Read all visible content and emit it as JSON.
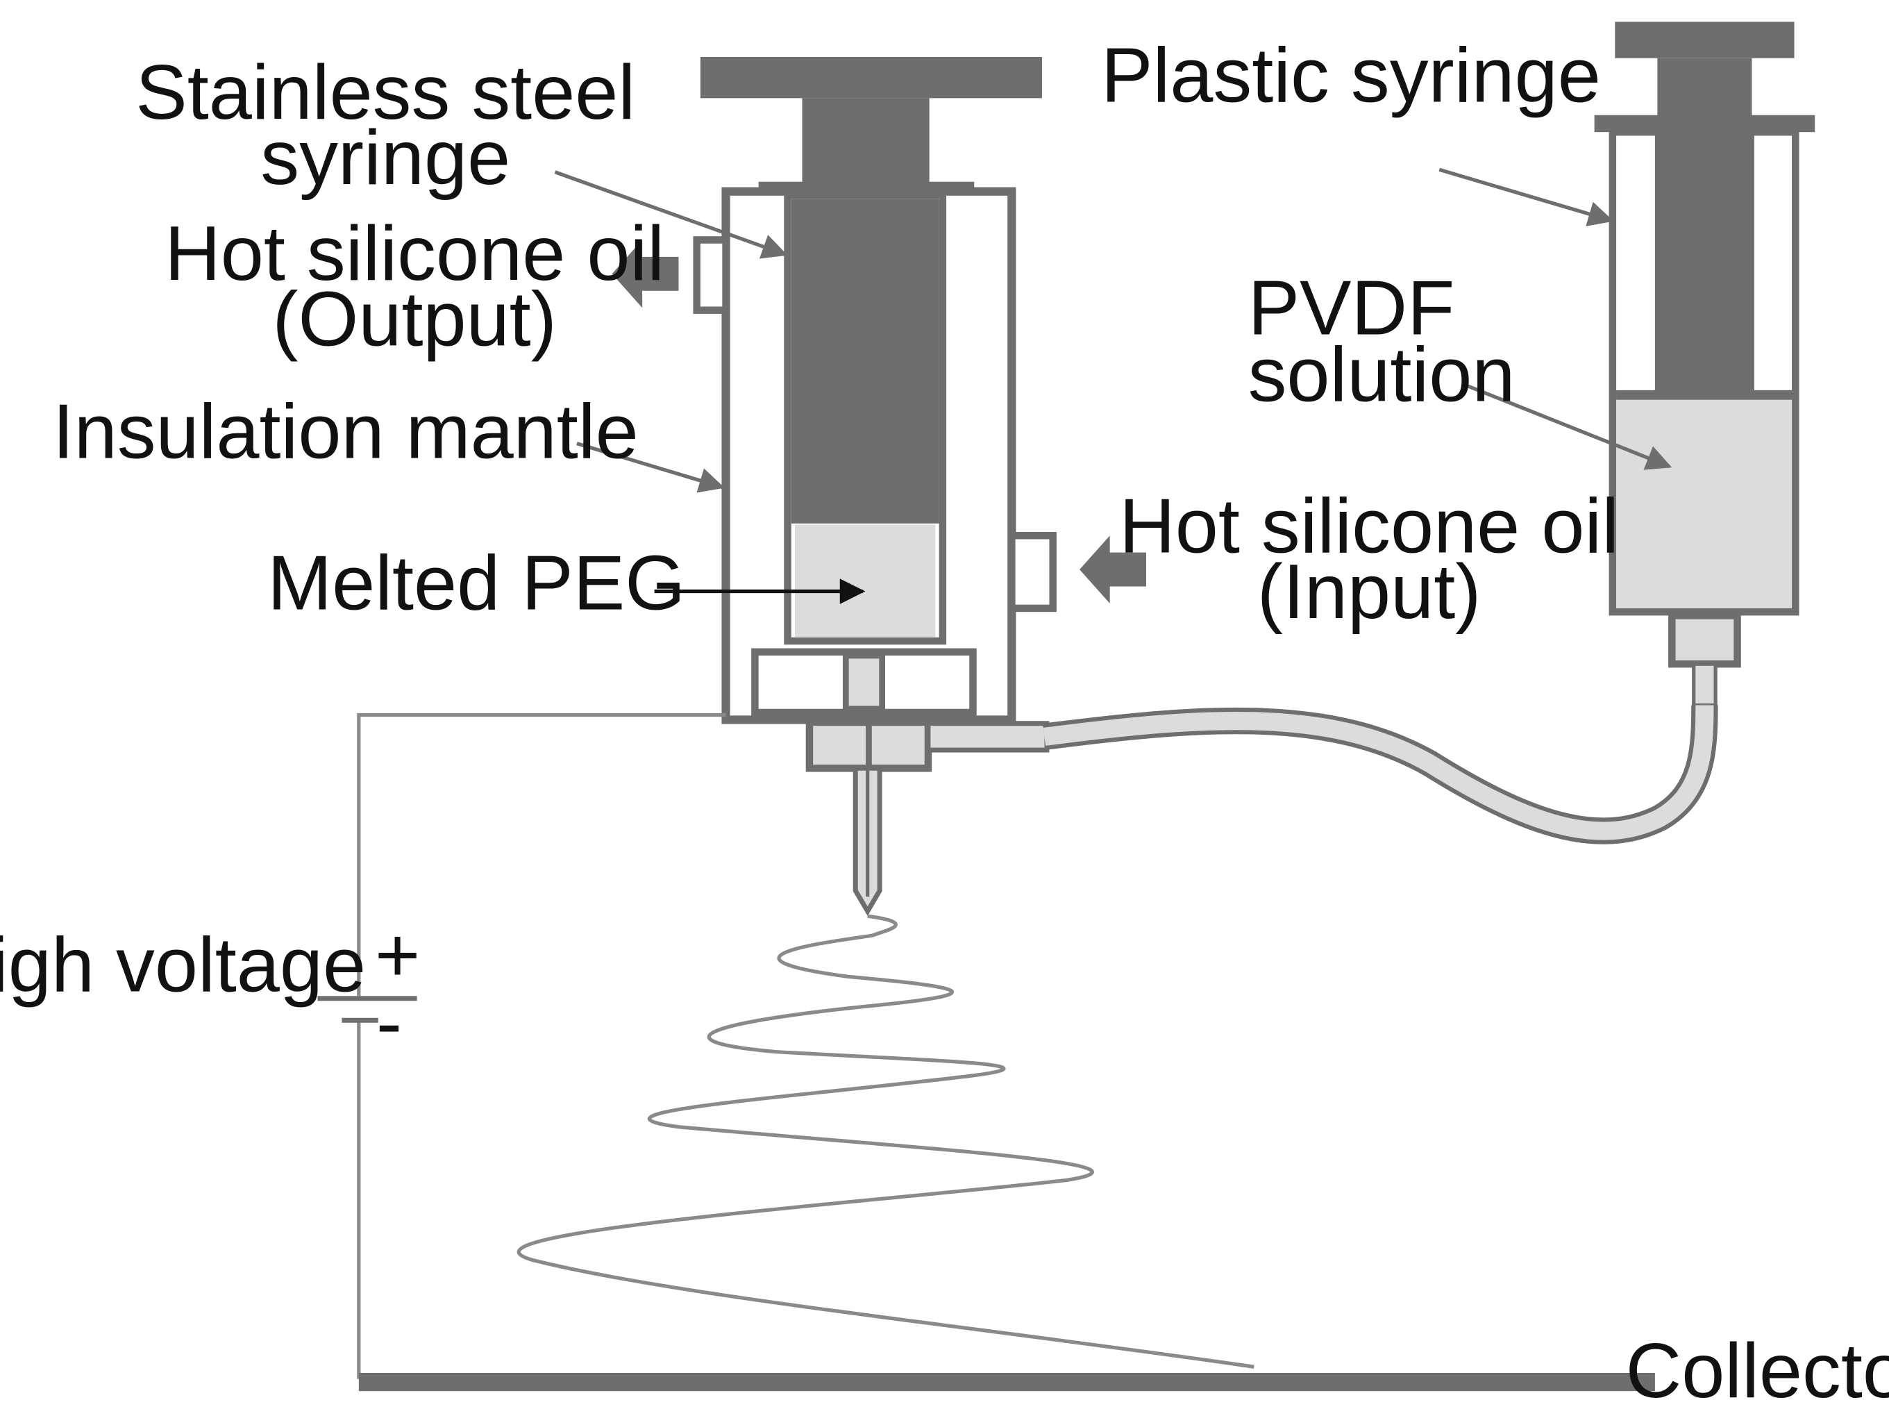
{
  "labels": {
    "stainless_steel_syringe": [
      "Stainless steel",
      "syringe"
    ],
    "hot_oil_output": [
      "Hot silicone oil",
      "(Output)"
    ],
    "insulation_mantle": "Insulation mantle",
    "melted_peg": "Melted PEG",
    "plastic_syringe": "Plastic syringe",
    "pvdf_solution": [
      "PVDF",
      "solution"
    ],
    "hot_oil_input": [
      "Hot silicone oil",
      "(Input)"
    ],
    "high_voltage": "High voltage",
    "plus_sign": "+",
    "minus_sign": "-",
    "collector": "Collector"
  },
  "colors": {
    "dark_gray": "#6e6e6e",
    "light_gray": "#dcdcdc",
    "line_gray": "#8a8a8a",
    "black": "#111111"
  }
}
